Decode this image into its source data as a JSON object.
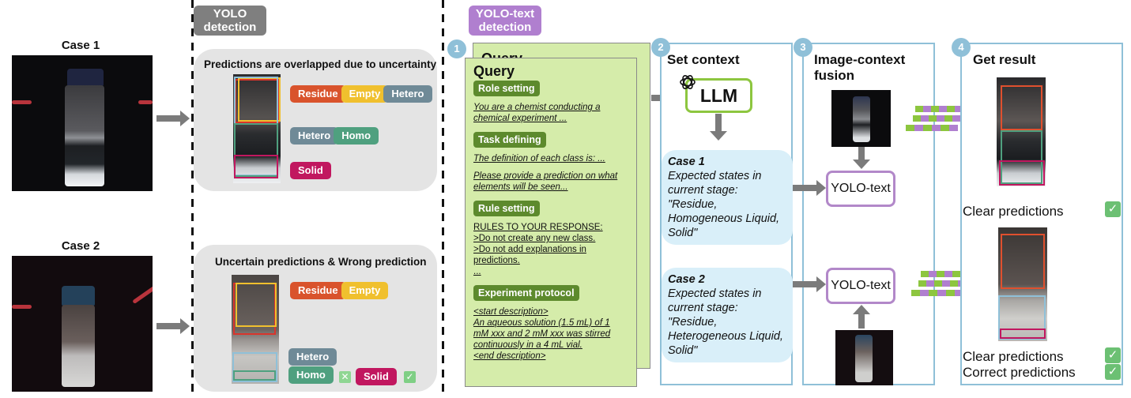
{
  "left": {
    "cases": [
      {
        "title": "Case 1"
      },
      {
        "title": "Case 2"
      }
    ]
  },
  "yolo": {
    "tag": "YOLO\ndetection",
    "tag_color": "#7f7f7f",
    "panel1": {
      "title": "Predictions are overlapped due to uncertainty",
      "rows": [
        [
          "Residue",
          "Empty",
          "Hetero"
        ],
        [
          "Hetero",
          "Homo"
        ],
        [
          "Solid"
        ]
      ]
    },
    "panel2": {
      "title": "Uncertain predictions & Wrong prediction",
      "rows": [
        [
          "Residue",
          "Empty"
        ],
        [
          "Hetero"
        ],
        [
          "Homo"
        ],
        [
          "Solid"
        ]
      ],
      "homo_mark": "✕",
      "solid_mark": "✓"
    }
  },
  "label_colors": {
    "Residue": "#d9532c",
    "Empty": "#f0c02e",
    "Hetero": "#6f8a97",
    "Homo": "#4fa07f",
    "Solid": "#c1175f"
  },
  "yolo_text": {
    "tag": "YOLO-text\ndetection",
    "tag_color": "#b07fcf",
    "steps": [
      "1",
      "2",
      "3",
      "4"
    ],
    "query": {
      "title": "Query",
      "back_title": "Query",
      "sections": [
        {
          "label": "Role setting",
          "lines": [
            "You are a chemist conducting a",
            "chemical experiment ..."
          ],
          "italic": true
        },
        {
          "label": "Task defining",
          "lines": [
            "The definition of each class is: ..."
          ],
          "italic": true,
          "extra": [
            "Please provide a prediction on what",
            "elements will be seen..."
          ]
        },
        {
          "label": "Rule setting",
          "lines": [
            "RULES TO YOUR RESPONSE:",
            ">Do not create any new class.",
            ">Do not add explanations in",
            "predictions.",
            "..."
          ],
          "italic": false
        },
        {
          "label": "Experiment protocol",
          "lines": [
            "<start description>",
            "An aqueous solution (1.5 mL) of 1",
            "mM xxx and 2 mM xxx was stirred",
            "continuously in a 4 mL vial.",
            "<end description>"
          ],
          "italic": true
        }
      ]
    },
    "set_context": {
      "title": "Set context",
      "llm_label": "LLM",
      "llm_icon": "openai-logo-icon",
      "cases": [
        {
          "title": "Case 1",
          "text": "Expected states in current stage: \"Residue, Homogeneous Liquid, Solid\""
        },
        {
          "title": "Case 2",
          "text": "Expected states in current stage: \"Residue, Heterogeneous Liquid, Solid\""
        }
      ]
    },
    "fusion": {
      "title": "Image-context\nfusion",
      "model_label": "YOLO-text"
    },
    "result": {
      "title": "Get result",
      "case1": [
        "Clear predictions"
      ],
      "case2": [
        "Clear predictions",
        "Correct predictions"
      ],
      "check_mark": "✓"
    },
    "token_colors": [
      "#8dc63f",
      "#b07fcf"
    ]
  }
}
